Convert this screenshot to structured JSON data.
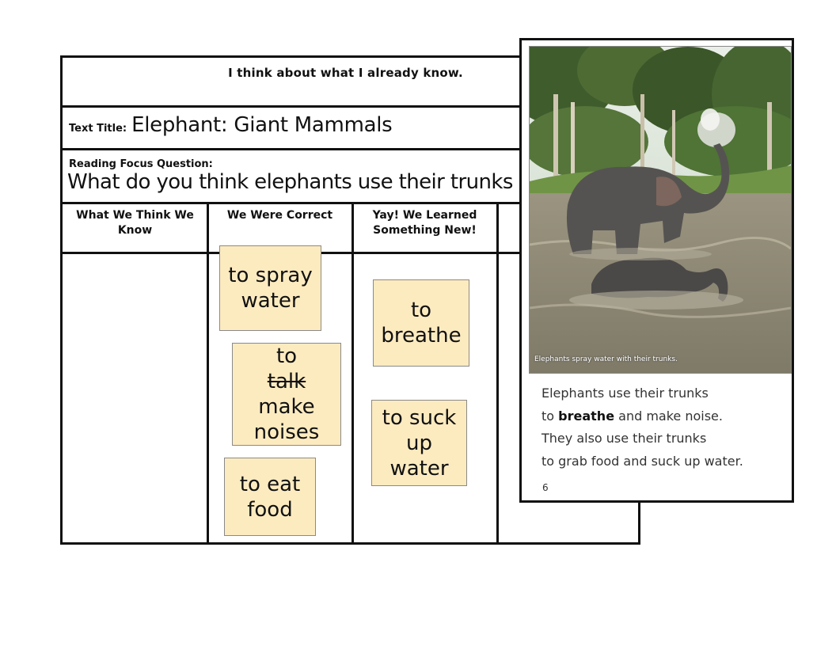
{
  "worksheet": {
    "heading": "I think about what I already know.",
    "text_title_label": "Text Title:",
    "text_title": "Elephant: Giant Mammals",
    "focus_label": "Reading Focus Question:",
    "focus_question": "What do you think elephants use their trunks fo",
    "columns": [
      {
        "label": "What We Think We Know"
      },
      {
        "label": "We Were Correct"
      },
      {
        "label": "Yay! We Learned Something New!"
      },
      {
        "label": ""
      }
    ]
  },
  "notes": {
    "spray_line1": "to spray",
    "spray_line2": "water",
    "talk_to": "to",
    "talk_struck": "talk",
    "talk_line2": "make",
    "talk_line3": "noises",
    "eat_line1": "to eat",
    "eat_line2": "food",
    "breathe_line1": "to",
    "breathe_line2": "breathe",
    "suck_line1": "to suck",
    "suck_line2": "up",
    "suck_line3": "water"
  },
  "book": {
    "caption": "Elephants spray water with their trunks.",
    "line1": "Elephants use their trunks",
    "line2_pre": "to",
    "line2_bold": "breathe",
    "line2_post": "and make noise.",
    "line3": "They also use their trunks",
    "line4": "to grab food and suck up water.",
    "page_number": "6"
  }
}
